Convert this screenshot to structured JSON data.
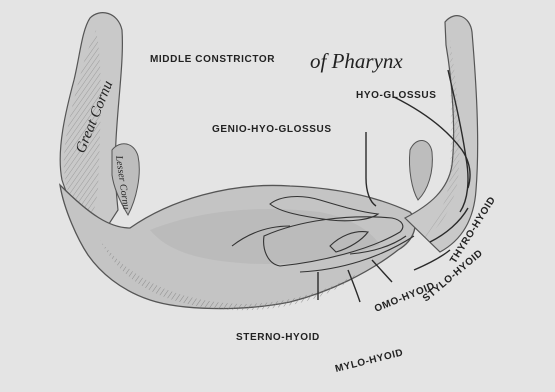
{
  "figure": {
    "labels": {
      "middle_constrictor_prefix": "MIDDLE CONSTRICTOR",
      "middle_constrictor_italic": "of Pharynx",
      "hyo_glossus": "HYO-GLOSSUS",
      "genio_hyo_glossus": "GENIO-HYO-GLOSSUS",
      "great_cornu": "Great Cornu",
      "lesser_cornu": "Lesser Cornu",
      "thyro_hyoid": "THYRO-HYOID",
      "stylo_hyoid": "STYLO-HYOID",
      "omo_hyoid": "OMO-HYOID",
      "sterno_hyoid": "STERNO-HYOID",
      "mylo_hyoid": "MYLO-HYOID"
    },
    "colors": {
      "background": "#e4e4e4",
      "bone": "#c9c9c9",
      "bone_shadow": "#8d8d8d",
      "ink": "#222222"
    }
  }
}
